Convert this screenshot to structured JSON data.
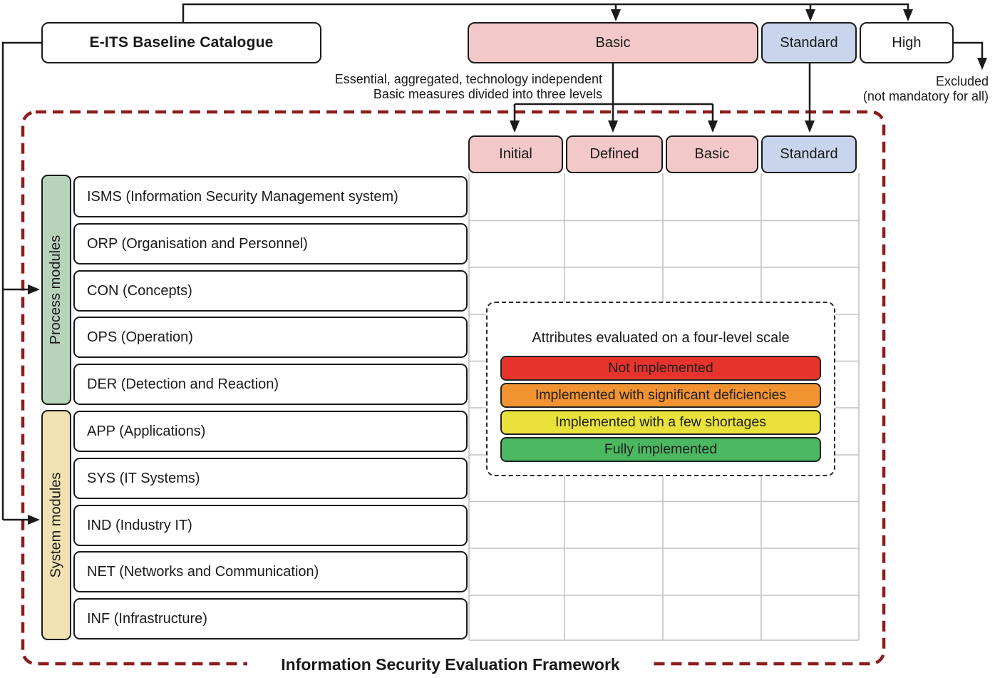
{
  "diagram": {
    "title": "Information Security Evaluation Framework",
    "catalogue_box": "E-ITS Baseline Catalogue",
    "levels": [
      {
        "label": "Basic",
        "color": "#f2c8c8"
      },
      {
        "label": "Standard",
        "color": "#c8d5ec"
      },
      {
        "label": "High",
        "color": "#ffffff"
      }
    ],
    "annotations": {
      "basic_note_line1": "Essential, aggregated, technology independent",
      "basic_note_line2": "Basic measures divided into three levels",
      "excluded_line1": "Excluded",
      "excluded_line2": "(not mandatory for all)"
    },
    "maturity_columns": [
      {
        "label": "Initial",
        "color": "#f2c8c8"
      },
      {
        "label": "Defined",
        "color": "#f2c8c8"
      },
      {
        "label": "Basic",
        "color": "#f2c8c8"
      },
      {
        "label": "Standard",
        "color": "#c8d5ec"
      }
    ],
    "module_groups": [
      {
        "label": "Process modules",
        "color": "#b7d3ba",
        "items": [
          "ISMS (Information Security Management system)",
          "ORP (Organisation and Personnel)",
          "CON (Concepts)",
          "OPS (Operation)",
          "DER (Detection and Reaction)"
        ]
      },
      {
        "label": "System modules",
        "color": "#f0e2b3",
        "items": [
          "APP (Applications)",
          "SYS (IT Systems)",
          "IND (Industry IT)",
          "NET (Networks and Communication)",
          "INF (Infrastructure)"
        ]
      }
    ],
    "legend": {
      "title": "Attributes evaluated on a four-level scale",
      "scale": [
        {
          "label": "Not implemented",
          "color": "#e6342c"
        },
        {
          "label": "Implemented with significant deficiencies",
          "color": "#f29331"
        },
        {
          "label": "Implemented with a few shortages",
          "color": "#e9e23b"
        },
        {
          "label": "Fully implemented",
          "color": "#4cb761"
        }
      ]
    },
    "frame_color": "#8e1c1c"
  }
}
